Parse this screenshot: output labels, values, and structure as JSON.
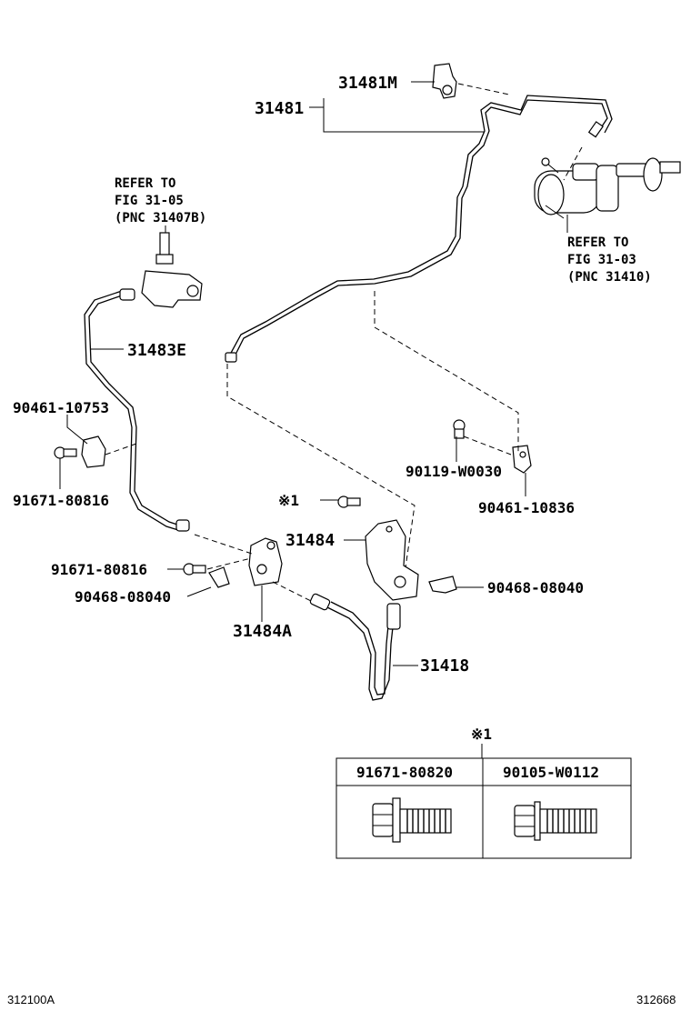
{
  "parts": {
    "p31481": "31481",
    "p31481M": "31481M",
    "p31483E": "31483E",
    "p90461_10753": "90461-10753",
    "p91671_80816_a": "91671-80816",
    "p91671_80816_b": "91671-80816",
    "p90468_08040_a": "90468-08040",
    "p90468_08040_b": "90468-08040",
    "p31484": "31484",
    "p31484A": "31484A",
    "p31418": "31418",
    "p90119_W0030": "90119-W0030",
    "p90461_10836": "90461-10836",
    "note_mark": "※1"
  },
  "refs": {
    "left": {
      "line1": "REFER TO",
      "line2": "FIG 31-05",
      "line3": "(PNC 31407B)"
    },
    "right": {
      "line1": "REFER TO",
      "line2": "FIG 31-03",
      "line3": "(PNC 31410)"
    }
  },
  "note_table": {
    "mark": "※1",
    "columns": [
      "91671-80820",
      "90105-W0112"
    ]
  },
  "footer": {
    "left": "312100A",
    "right": "312668"
  }
}
